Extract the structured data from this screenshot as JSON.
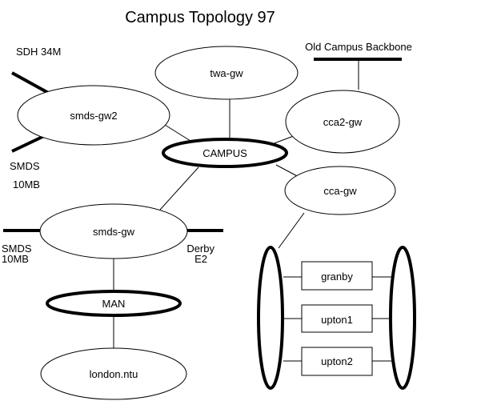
{
  "diagram": {
    "title": "Campus Topology 97",
    "nodes": {
      "twa_gw": "twa-gw",
      "smds_gw2": "smds-gw2",
      "cca2_gw": "cca2-gw",
      "campus": "CAMPUS",
      "cca_gw": "cca-gw",
      "smds_gw": "smds-gw",
      "man": "MAN",
      "london_ntu": "london.ntu",
      "granby": "granby",
      "upton1": "upton1",
      "upton2": "upton2"
    },
    "labels": {
      "sdh": "SDH 34M",
      "smds_top_1": "SMDS",
      "smds_top_2": "10MB",
      "smds_left_1": "SMDS",
      "smds_left_2": "10MB",
      "derby_1": "Derby",
      "derby_2": "E2",
      "old_backbone": "Old Campus Backbone"
    },
    "colors": {
      "line": "#000000",
      "background": "#ffffff"
    }
  }
}
